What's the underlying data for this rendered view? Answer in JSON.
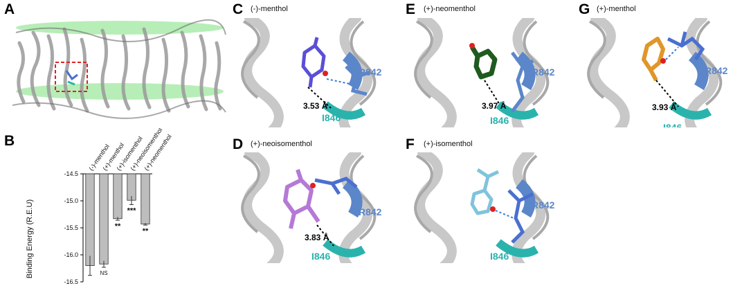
{
  "panels": {
    "A": {
      "letter": "A"
    },
    "B": {
      "letter": "B"
    },
    "C": {
      "letter": "C",
      "title": "(-)-menthol",
      "distance": "3.53 Å",
      "residue_r": "R842",
      "residue_i": "I846",
      "ligand_color": "#5a4fd6"
    },
    "D": {
      "letter": "D",
      "title": "(+)-neoisomenthol",
      "distance": "3.83 Å",
      "residue_r": "R842",
      "residue_i": "I846",
      "ligand_color": "#b47ad6"
    },
    "E": {
      "letter": "E",
      "title": "(+)-neomenthol",
      "distance": "3.97 Å",
      "residue_r": "R842",
      "residue_i": "I846",
      "ligand_color": "#1f5a1f"
    },
    "F": {
      "letter": "F",
      "title": "(+)-isomenthol",
      "residue_r": "R842",
      "residue_i": "I846",
      "ligand_color": "#7fc4dc"
    },
    "G": {
      "letter": "G",
      "title": "(+)-menthol",
      "distance": "3.93 Å",
      "residue_r": "R842",
      "residue_i": "I846",
      "ligand_color": "#e0962a"
    }
  },
  "colors": {
    "r842": "#5b86c9",
    "i846": "#2ab3ad",
    "helix": "#c8c8c8",
    "membrane": "#7be07b"
  },
  "chart_data": {
    "type": "bar",
    "categories": [
      "(-)-menthol",
      "(+)-menthol",
      "(+)-isomenthol",
      "(+)-neoisomenthol",
      "(+)-neomenthol"
    ],
    "values": [
      -16.2,
      -16.17,
      -15.33,
      -14.99,
      -15.43
    ],
    "errors": [
      0.18,
      0.06,
      0.03,
      0.08,
      0.02
    ],
    "significance": [
      "",
      "NS",
      "**",
      "***",
      "**"
    ],
    "ylabel": "Binding Energy  (R.E.U)",
    "ylim": [
      -16.5,
      -14.5
    ],
    "yticks": [
      "-14.5",
      "-15.0",
      "-15.5",
      "-16.0",
      "-16.5"
    ],
    "ytick_values": [
      -14.5,
      -15.0,
      -15.5,
      -16.0,
      -16.5
    ],
    "bar_color": "#bdbdbd"
  }
}
